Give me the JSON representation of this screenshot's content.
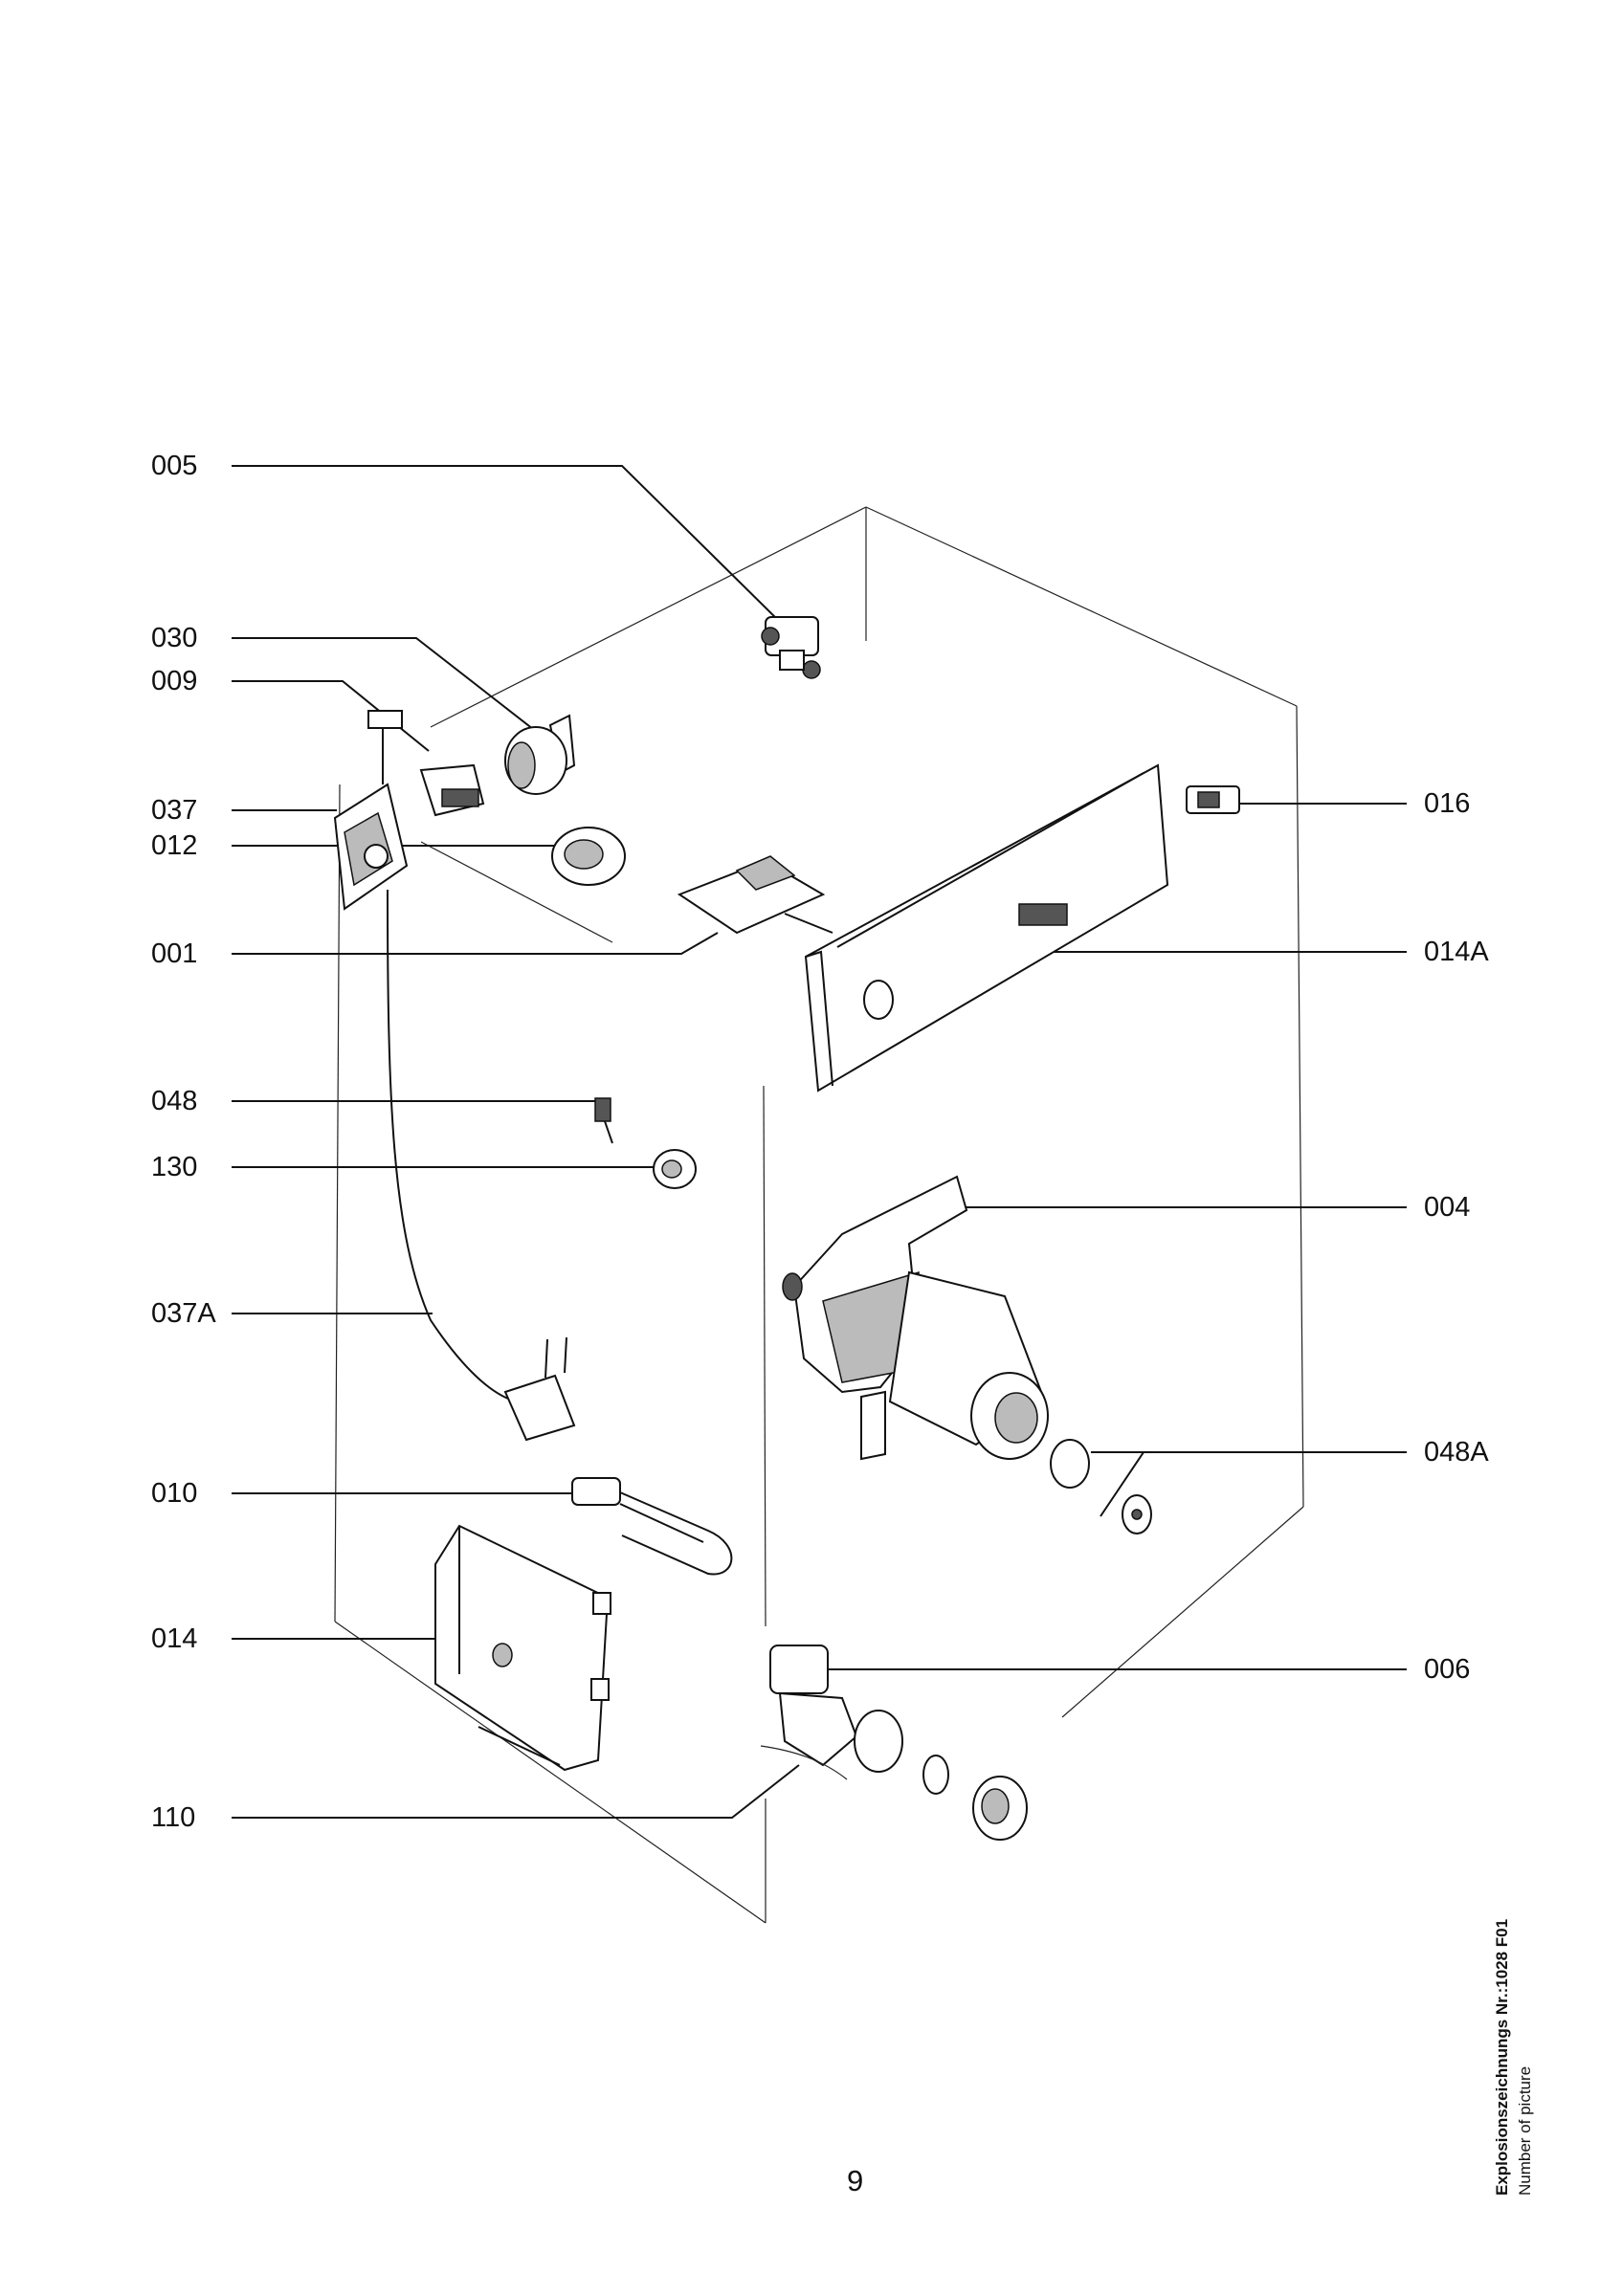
{
  "left_labels": [
    "005",
    "030",
    "009",
    "037",
    "012",
    "001",
    "048",
    "130",
    "037A",
    "010",
    "014",
    "110"
  ],
  "right_labels": [
    "016",
    "014A",
    "004",
    "048A",
    "006"
  ],
  "page_number": "9",
  "caption": {
    "line1": "Explosionszeichnungs Nr.:1028 F01",
    "line2": "Number of picture"
  }
}
